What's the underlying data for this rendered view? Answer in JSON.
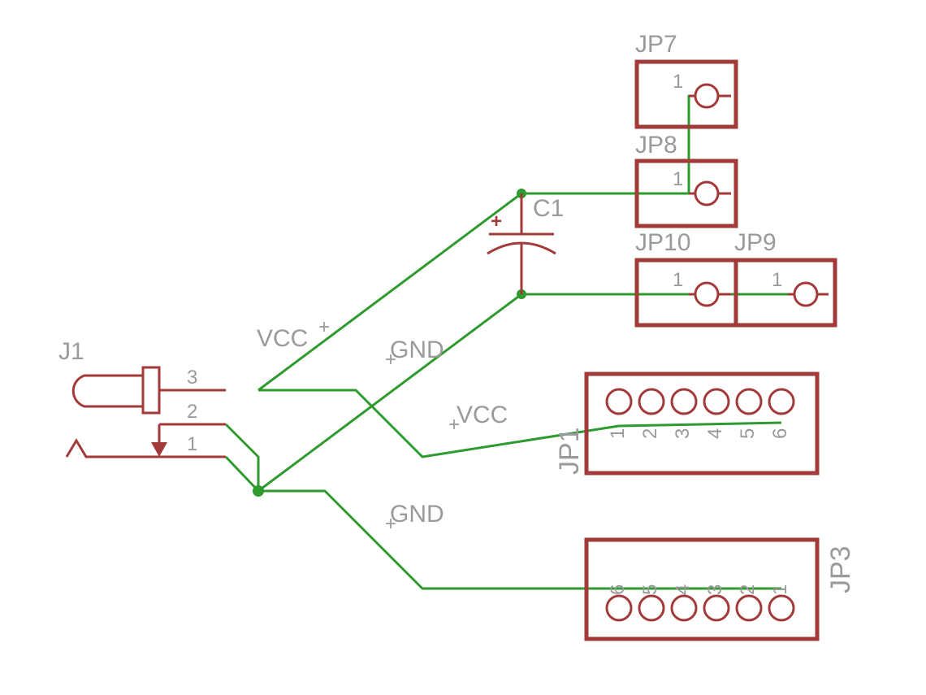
{
  "colors": {
    "part": "#a23a3a",
    "net": "#2f9a2f",
    "label": "#9a9a9a",
    "background": "#ffffff"
  },
  "parts": {
    "jp7": {
      "name": "JP7",
      "pin": "1"
    },
    "jp8": {
      "name": "JP8",
      "pin": "1"
    },
    "jp10": {
      "name": "JP10",
      "pin": "1"
    },
    "jp9": {
      "name": "JP9",
      "pin": "1"
    },
    "c1": {
      "name": "C1",
      "polarity": "+"
    },
    "j1": {
      "name": "J1",
      "pins": [
        "3",
        "2",
        "1"
      ]
    },
    "jp1": {
      "name": "JP1",
      "pins": [
        "1",
        "2",
        "3",
        "4",
        "5",
        "6"
      ]
    },
    "jp3": {
      "name": "JP3",
      "pins": [
        "6",
        "5",
        "4",
        "3",
        "2",
        "1"
      ]
    }
  },
  "nets": {
    "vcc_top": "VCC",
    "gnd_top": "GND",
    "vcc_mid": "VCC",
    "gnd_bottom": "GND"
  }
}
